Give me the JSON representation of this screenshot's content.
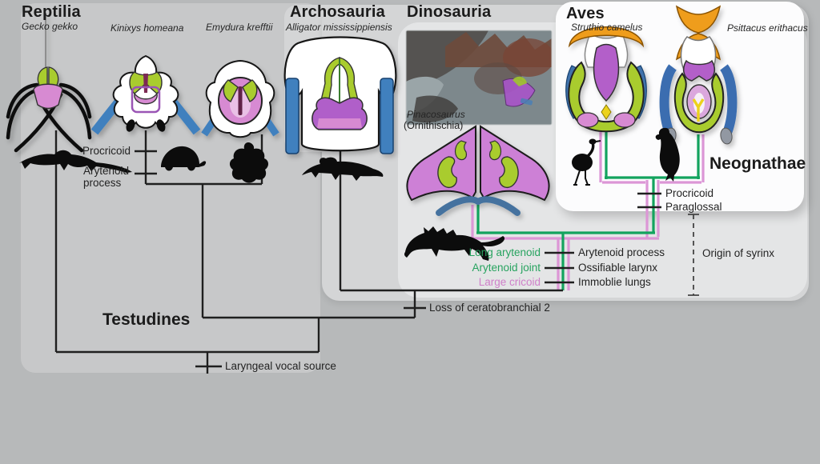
{
  "figure": {
    "clade_titles": {
      "reptilia": "Reptilia",
      "archosauria": "Archosauria",
      "dinosauria": "Dinosauria",
      "aves": "Aves",
      "neognathae": "Neognathae",
      "testudines": "Testudines"
    },
    "species": {
      "gecko": "Gecko gekko",
      "kinixys": "Kinixys homeana",
      "emydura": "Emydura krefftii",
      "alligator": "Alligator mississippiensis",
      "pinacosaurus": "Pinacosaurus",
      "pinacosaurus_group": "(Ornithischia)",
      "struthio": "Struthio camelus",
      "psittacus": "Psittacus erithacus"
    },
    "node_characters": {
      "procricoid_turtles": "Procricoid",
      "arytenoid_process_turtles": "Arytenoid process",
      "laryngeal_vocal_source": "Laryngeal vocal source",
      "loss_of_ceratobranchial_2": "Loss of ceratobranchial 2",
      "long_arytenoid": "Long arytenoid",
      "arytenoid_joint": "Arytenoid joint",
      "large_cricoid": "Large cricoid",
      "arytenoid_process_archosaurs": "Arytenoid process",
      "ossifiable_larynx": "Ossifiable larynx",
      "immoblie_lungs": "Immoblie lungs",
      "procricoid_aves": "Procricoid",
      "paraglossal": "Paraglossal",
      "origin_of_syrinx": "Origin of syrinx"
    },
    "colors": {
      "tree_green": "#13a35e",
      "tree_pink": "#dc96d6",
      "arytenoid_green": "#a9cc2f",
      "cricoid_pink": "#d78ad2",
      "deep_purple": "#b05ec9",
      "horn_blue": "#4180be",
      "orange": "#ef9d1c",
      "yellow": "#ecd21c",
      "black_tree": "#1f1f1f"
    }
  }
}
